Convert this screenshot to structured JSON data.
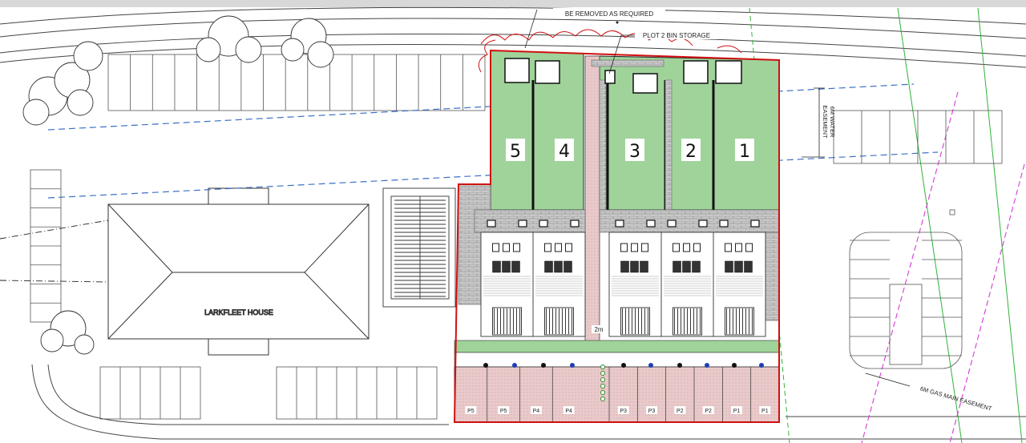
{
  "plan": {
    "site_building_label": "LARKFLEET HOUSE",
    "note_removed": "BE REMOVED AS REQUIRED",
    "note_bin_storage": "PLOT 2 BIN STORAGE",
    "water_easement_line1": "6M WATER",
    "water_easement_line2": "EASEMENT",
    "gas_easement": "6M GAS MAIN EASEMENT",
    "dimension_note": "2m",
    "plots": [
      {
        "number": "5"
      },
      {
        "number": "4"
      },
      {
        "number": "3"
      },
      {
        "number": "2"
      },
      {
        "number": "1"
      }
    ],
    "parking_bays": [
      "P5",
      "P5",
      "P4",
      "P4",
      "P3",
      "P3",
      "P2",
      "P2",
      "P1",
      "P1"
    ],
    "colors": {
      "garden_fill": "#9fd39a",
      "boundary": "#d01010",
      "paving": "#e9c9c9",
      "brick": "#b5b5b5",
      "water_easement": "#3b6fc4",
      "gas_easement": "#d53bd5",
      "green_lines": "#2fb23a"
    }
  }
}
